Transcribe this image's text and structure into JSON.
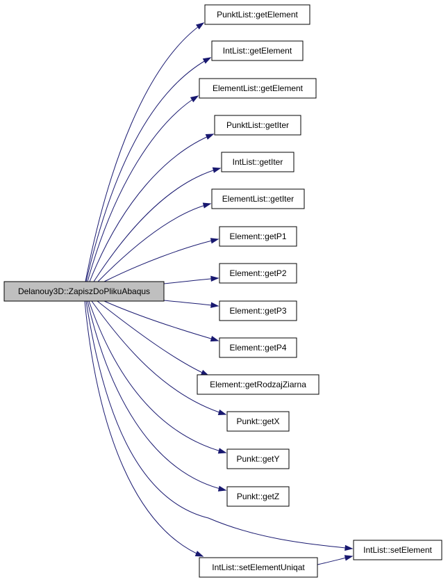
{
  "graph": {
    "colors": {
      "edge": "#191970",
      "root_fill": "#bfbfbf",
      "node_fill": "#ffffff",
      "node_border": "#000000"
    },
    "root": {
      "id": "root",
      "label": "Delanouy3D::ZapiszDoPlikuAbaqus"
    },
    "nodes": [
      {
        "id": "n1",
        "label": "PunktList::getElement"
      },
      {
        "id": "n2",
        "label": "IntList::getElement"
      },
      {
        "id": "n3",
        "label": "ElementList::getElement"
      },
      {
        "id": "n4",
        "label": "PunktList::getIter"
      },
      {
        "id": "n5",
        "label": "IntList::getIter"
      },
      {
        "id": "n6",
        "label": "ElementList::getIter"
      },
      {
        "id": "n7",
        "label": "Element::getP1"
      },
      {
        "id": "n8",
        "label": "Element::getP2"
      },
      {
        "id": "n9",
        "label": "Element::getP3"
      },
      {
        "id": "n10",
        "label": "Element::getP4"
      },
      {
        "id": "n11",
        "label": "Element::getRodzajZiarna"
      },
      {
        "id": "n12",
        "label": "Punkt::getX"
      },
      {
        "id": "n13",
        "label": "Punkt::getY"
      },
      {
        "id": "n14",
        "label": "Punkt::getZ"
      },
      {
        "id": "n15",
        "label": "IntList::setElementUniqat"
      },
      {
        "id": "n16",
        "label": "IntList::setElement"
      }
    ],
    "edges": [
      {
        "from": "root",
        "to": "n1"
      },
      {
        "from": "root",
        "to": "n2"
      },
      {
        "from": "root",
        "to": "n3"
      },
      {
        "from": "root",
        "to": "n4"
      },
      {
        "from": "root",
        "to": "n5"
      },
      {
        "from": "root",
        "to": "n6"
      },
      {
        "from": "root",
        "to": "n7"
      },
      {
        "from": "root",
        "to": "n8"
      },
      {
        "from": "root",
        "to": "n9"
      },
      {
        "from": "root",
        "to": "n10"
      },
      {
        "from": "root",
        "to": "n11"
      },
      {
        "from": "root",
        "to": "n12"
      },
      {
        "from": "root",
        "to": "n13"
      },
      {
        "from": "root",
        "to": "n14"
      },
      {
        "from": "root",
        "to": "n16"
      },
      {
        "from": "root",
        "to": "n15"
      },
      {
        "from": "n15",
        "to": "n16"
      }
    ]
  }
}
